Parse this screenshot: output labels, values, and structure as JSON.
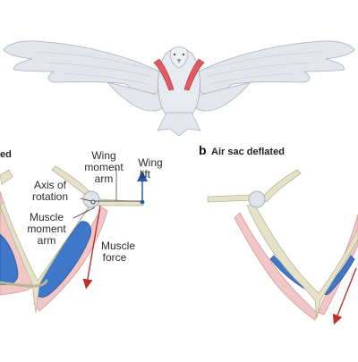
{
  "panel_a": {
    "title_fragment": "ed",
    "labels": {
      "wing_moment_arm_1": "Wing",
      "wing_moment_arm_2": "moment",
      "wing_moment_arm_3": "arm",
      "wing_lift_1": "Wing",
      "wing_lift_2": "lift",
      "axis_of_rotation_1": "Axis of",
      "axis_of_rotation_2": "rotation",
      "muscle_moment_arm_1": "Muscle",
      "muscle_moment_arm_2": "moment",
      "muscle_moment_arm_3": "arm",
      "muscle_force_1": "Muscle",
      "muscle_force_2": "force"
    }
  },
  "panel_b": {
    "letter": "b",
    "title": "Air sac deflated"
  },
  "colors": {
    "bone_fill": "#e6e2c9",
    "bone_stroke": "#b9b595",
    "air_sac_fill": "#3f78c9",
    "muscle_fill": "#f0c6c6",
    "muscle_stroke": "#d79898",
    "force_arrow": "#c0302a",
    "lift_arrow": "#2b5aa8",
    "bird_feather": "#e4e6ee",
    "bird_outline": "#a9adbe",
    "bird_muscle": "#e05a63"
  }
}
